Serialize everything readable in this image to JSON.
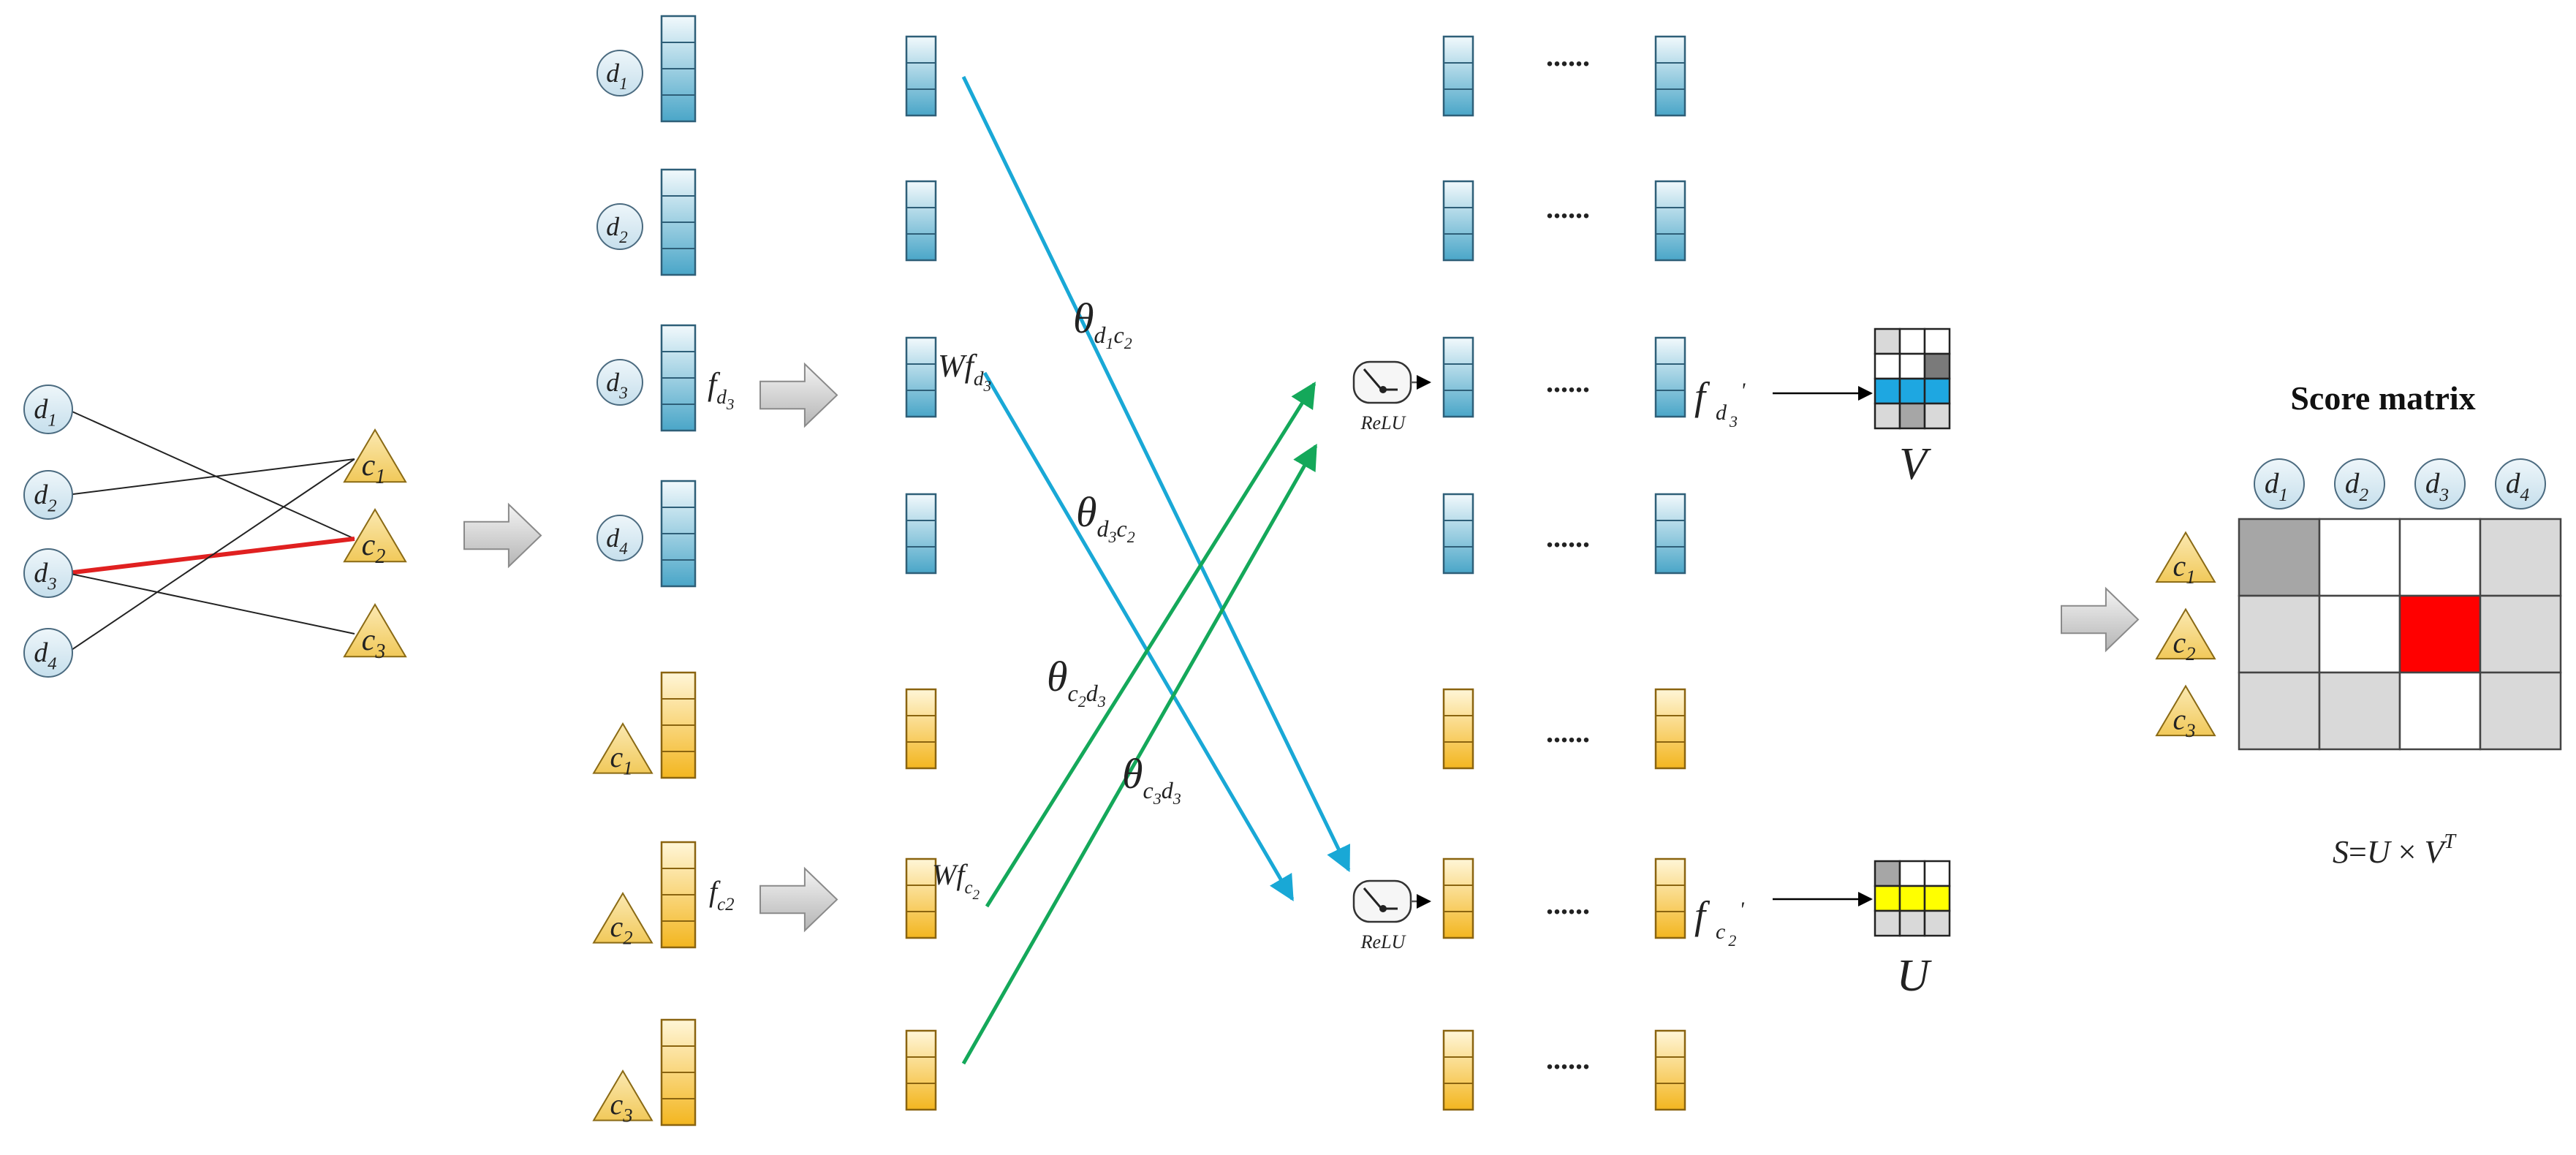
{
  "graph": {
    "drug_nodes": [
      {
        "id": "d1",
        "base": "d",
        "sub": "1"
      },
      {
        "id": "d2",
        "base": "d",
        "sub": "2"
      },
      {
        "id": "d3",
        "base": "d",
        "sub": "3"
      },
      {
        "id": "d4",
        "base": "d",
        "sub": "4"
      }
    ],
    "cell_nodes": [
      {
        "id": "c1",
        "base": "c",
        "sub": "1"
      },
      {
        "id": "c2",
        "base": "c",
        "sub": "2"
      },
      {
        "id": "c3",
        "base": "c",
        "sub": "3"
      }
    ],
    "edges": [
      [
        "d1",
        "c2"
      ],
      [
        "d2",
        "c1"
      ],
      [
        "d3",
        "c2"
      ],
      [
        "d3",
        "c3"
      ],
      [
        "d4",
        "c1"
      ]
    ],
    "highlight_edge": [
      "d3",
      "c2"
    ]
  },
  "features": {
    "fd3": {
      "base": "f",
      "sub": "d",
      "subsub": "3"
    },
    "fc2": {
      "base": "f",
      "sub": "c2"
    },
    "wfd3": {
      "prefix": "Wf",
      "sub": "d",
      "subsub": "3"
    },
    "wfc2": {
      "prefix": "Wf",
      "sub": "c",
      "subsub": "2"
    },
    "fd3_out": {
      "base": "f",
      "sub": "d",
      "subsub": "3",
      "prime": "'"
    },
    "fc2_out": {
      "base": "f",
      "sub": "c",
      "subsub": "2",
      "prime": "'"
    }
  },
  "attention": {
    "theta_d1c2": {
      "sym": "θ",
      "sub": "d1c2"
    },
    "theta_d3c2": {
      "sym": "θ",
      "sub": "d3c2"
    },
    "theta_c2d3": {
      "sym": "θ",
      "sub": "c2d3"
    },
    "theta_c3d3": {
      "sym": "θ",
      "sub": "c3d3"
    }
  },
  "relu_label": "ReLU",
  "ellipsis": "......",
  "matrix_labels": {
    "V": "V",
    "U": "U"
  },
  "score": {
    "title": "Score matrix",
    "col_headers": [
      {
        "base": "d",
        "sub": "1"
      },
      {
        "base": "d",
        "sub": "2"
      },
      {
        "base": "d",
        "sub": "3"
      },
      {
        "base": "d",
        "sub": "4"
      }
    ],
    "row_headers": [
      {
        "base": "c",
        "sub": "1"
      },
      {
        "base": "c",
        "sub": "2"
      },
      {
        "base": "c",
        "sub": "3"
      }
    ],
    "cells": [
      [
        "dark",
        "white",
        "white",
        "light"
      ],
      [
        "light",
        "white",
        "red",
        "light"
      ],
      [
        "light",
        "light",
        "white",
        "light"
      ]
    ],
    "formula": {
      "lhs": "S",
      "eq": "=",
      "u": "U",
      "times": "×",
      "v": "V",
      "sup": "T"
    }
  },
  "colors": {
    "drug_node_fill": "#dbeaf3",
    "cell_node_fill": "#f5d889",
    "highlight_edge": "#e02020",
    "blue_arrow": "#19a8d6",
    "green_arrow": "#14a85a",
    "red_cell": "#ff0000",
    "dark_cell": "#a6a6a6",
    "light_cell": "#d9d9d9",
    "v_highlight": "#1ea7e1",
    "u_highlight": "#ffff00"
  }
}
